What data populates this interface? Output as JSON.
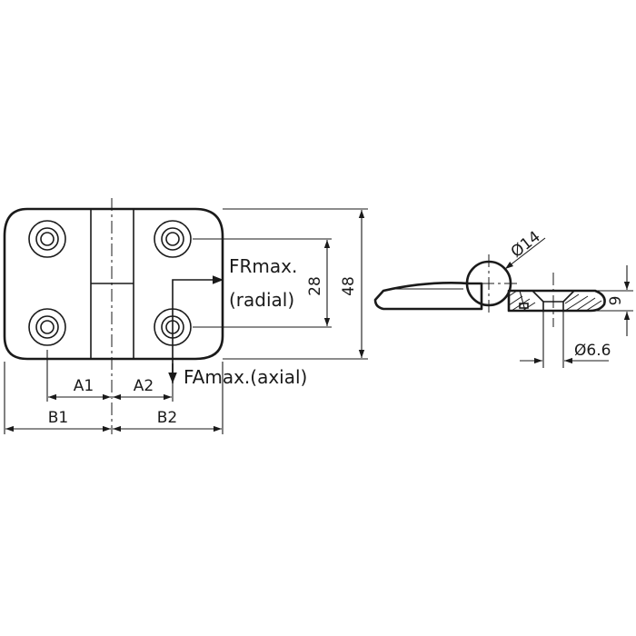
{
  "views": {
    "front": {
      "dimensions": {
        "a1": "A1",
        "a2": "A2",
        "b1": "B1",
        "b2": "B2",
        "hole_spacing": "28",
        "height": "48"
      },
      "loads": {
        "radial_line1": "FRmax.",
        "radial_line2": "(radial)",
        "axial": "FAmax.(axial)"
      }
    },
    "side": {
      "dimensions": {
        "knuckle_diameter": "Ø14",
        "thickness": "9",
        "hole_diameter": "Ø6.6"
      }
    }
  }
}
